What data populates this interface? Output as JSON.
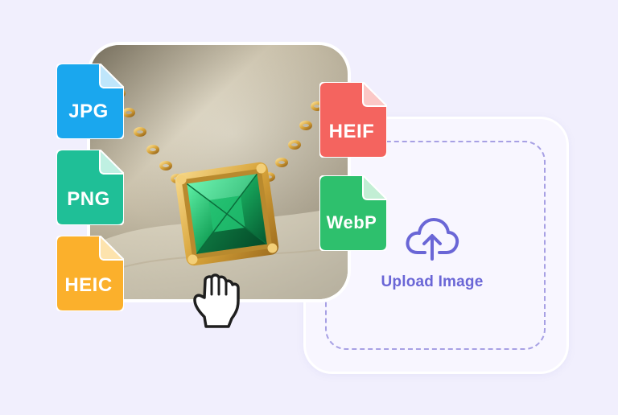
{
  "upload": {
    "label": "Upload Image",
    "icon": "cloud-upload-icon",
    "accent": "#6a66d6"
  },
  "photo": {
    "subject": "emerald-pendant-necklace"
  },
  "formats": [
    {
      "label": "JPG",
      "color": "#1aa7ee"
    },
    {
      "label": "PNG",
      "color": "#1fbf97"
    },
    {
      "label": "HEIC",
      "color": "#fbb02c"
    },
    {
      "label": "HEIF",
      "color": "#f4645f"
    },
    {
      "label": "WebP",
      "color": "#2ec06d"
    }
  ],
  "cursor": {
    "icon": "grab-hand-icon"
  }
}
